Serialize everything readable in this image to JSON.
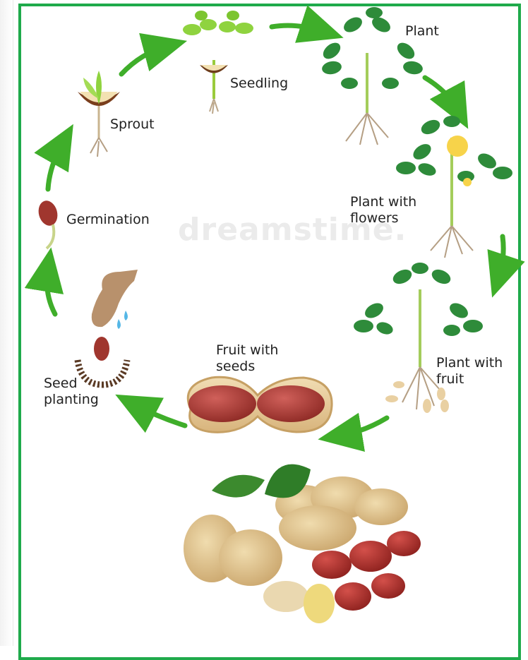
{
  "diagram": {
    "stages": {
      "seedling": "Seedling",
      "plant": "Plant",
      "sprout": "Sprout",
      "germination": "Germination",
      "plant_with_flowers": "Plant with\nflowers",
      "seed_planting": "Seed\nplanting",
      "fruit_with_seeds": "Fruit with\nseeds",
      "plant_with_fruit": "Plant with\nfruit"
    },
    "watermark": "dreamstime.",
    "colors": {
      "border": "#1faa4b",
      "arrow": "#3fae2a",
      "leaf": "#2e8b3a",
      "seed": "#a0362e",
      "shell": "#e8cfa2"
    }
  }
}
